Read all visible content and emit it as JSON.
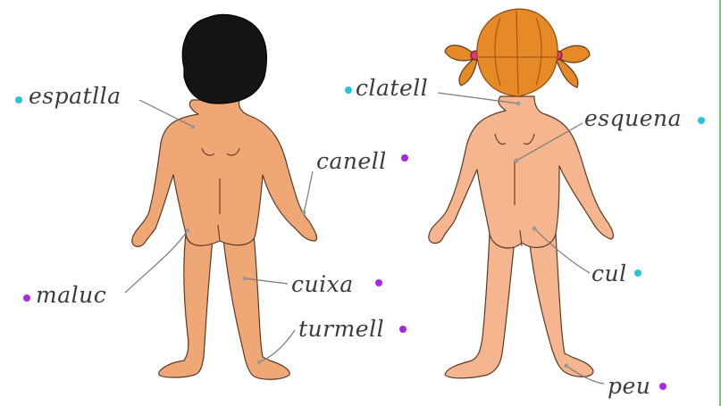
{
  "labels": {
    "espatlla": "espatlla",
    "maluc": "maluc",
    "canell": "canell",
    "cuixa": "cuixa",
    "turmell": "turmell",
    "clatell": "clatell",
    "esquena": "esquena",
    "cul": "cul",
    "peu": "peu"
  },
  "colors": {
    "cyan_dot": "#29c4d6",
    "purple_dot": "#a728e0",
    "skin_boy": "#f0a776",
    "skin_girl": "#f5b58e",
    "hair_boy": "#141414",
    "hair_girl": "#e58a26",
    "leader_line": "#7a7a7a",
    "edge_line": "#6fd26a"
  }
}
